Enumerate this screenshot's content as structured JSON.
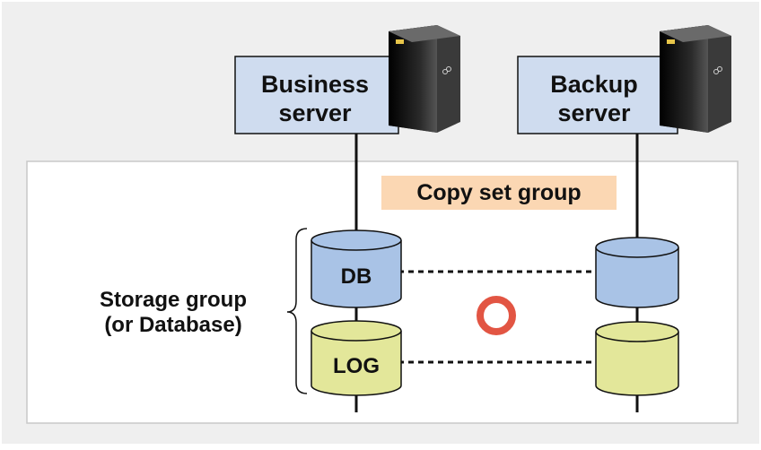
{
  "servers": {
    "business": {
      "line1": "Business",
      "line2": "server"
    },
    "backup": {
      "line1": "Backup",
      "line2": "server"
    }
  },
  "copy_set_group_label": "Copy set group",
  "storage_group_label": {
    "line1": "Storage group",
    "line2": "(or Database)"
  },
  "volumes": {
    "db": "DB",
    "log": "LOG"
  },
  "status_symbol": "circle-ok-icon",
  "colors": {
    "outer_panel": "#efefef",
    "inner_panel": "#ffffff",
    "server_box": "#cfdcef",
    "db_volume": "#a9c3e6",
    "log_volume": "#e3e79a",
    "copy_set_group_bg": "#fbd7b3",
    "ok_circle": "#e25543",
    "server_tower": "#1c1c1c"
  }
}
